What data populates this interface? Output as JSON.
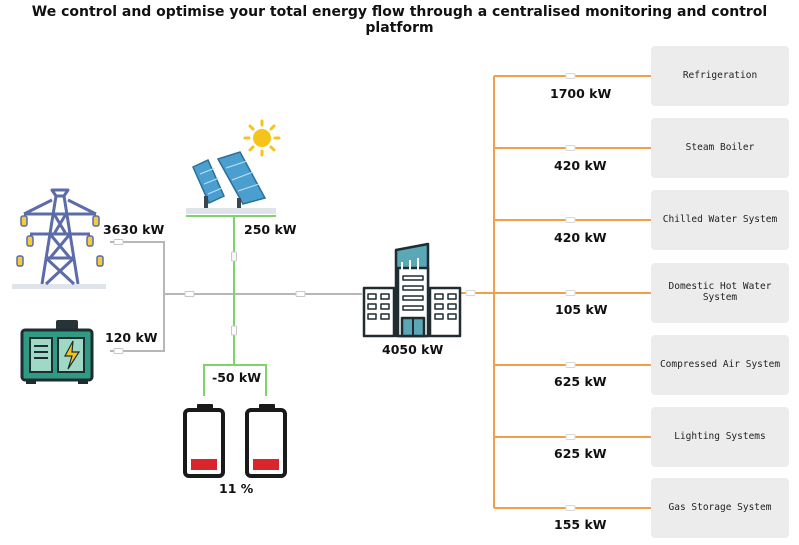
{
  "title": "We control and optimise your total energy flow through a centralised monitoring and control platform",
  "sources": {
    "grid": {
      "power": "3630 kW",
      "icon": "transmission-tower-icon"
    },
    "generator": {
      "power": "120 kW",
      "icon": "generator-icon"
    },
    "solar": {
      "power": "250 kW",
      "icon": "solar-panel-icon"
    },
    "battery": {
      "power": "-50 kW",
      "charge": "11 %",
      "charge_fraction": 0.11,
      "icon": "battery-icon"
    }
  },
  "building": {
    "power": "4050 kW",
    "icon": "building-icon"
  },
  "loads": [
    {
      "name": "Refrigeration",
      "power": "1700 kW"
    },
    {
      "name": "Steam Boiler",
      "power": "420 kW"
    },
    {
      "name": "Chilled Water System",
      "power": "420 kW"
    },
    {
      "name": "Domestic Hot Water System",
      "power": "105 kW"
    },
    {
      "name": "Compressed Air System",
      "power": "625 kW"
    },
    {
      "name": "Lighting Systems",
      "power": "625 kW"
    },
    {
      "name": "Gas Storage System",
      "power": "155 kW"
    }
  ],
  "colors": {
    "grid_line": "#b7b7b7",
    "solar_line": "#7fd36b",
    "load_line": "#f0a04b",
    "box_bg": "#ececec",
    "tower": "#5b6ca8",
    "generator": "#2f9b82",
    "panel": "#4a9fd0",
    "sun": "#f6c419",
    "battery_fill": "#d9262c",
    "building": "#5aa7b8"
  }
}
